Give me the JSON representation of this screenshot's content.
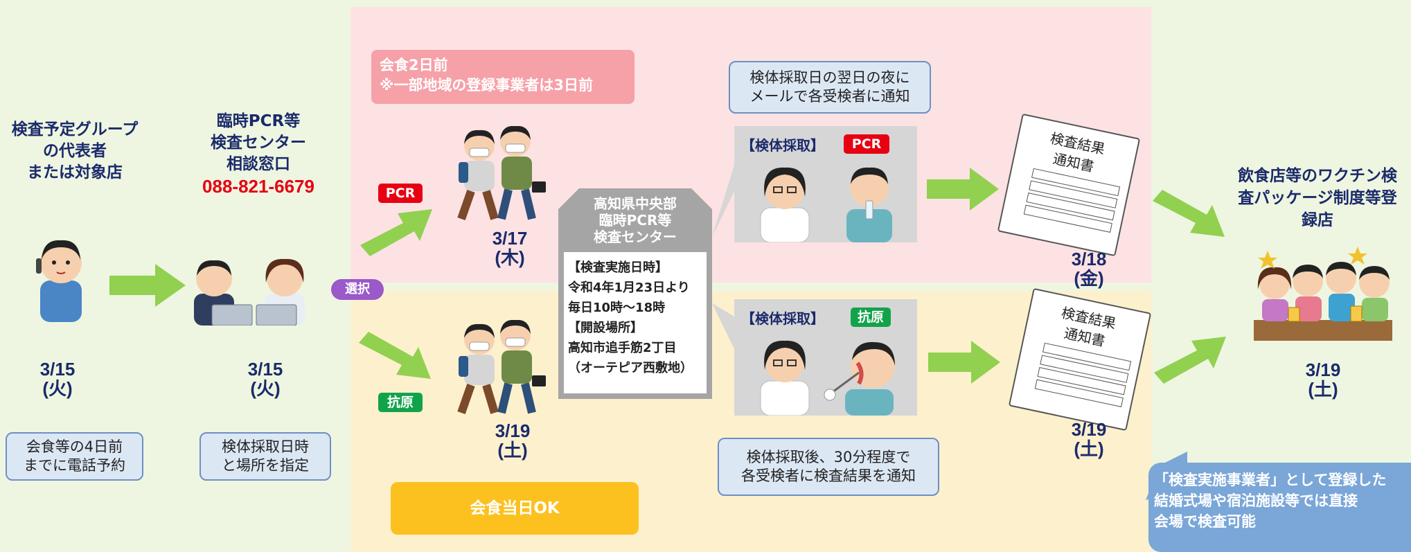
{
  "colors": {
    "navy": "#1b2a6b",
    "red": "#e60012",
    "green_arrow": "#92d050",
    "pcr_band": "#fde2e3",
    "antigen_band": "#fdf0cd",
    "tag_pcr": "#e60012",
    "tag_antigen": "#12a34a"
  },
  "step1": {
    "title": [
      "検査予定グループ",
      "の代表者",
      "または対象店"
    ],
    "date": [
      "3/15",
      "(火)"
    ],
    "note": [
      "会食等の4日前",
      "までに電話予約"
    ]
  },
  "step2": {
    "title": [
      "臨時PCR等",
      "検査センター",
      "相談窓口"
    ],
    "phone": "088-821-6679",
    "date": [
      "3/15",
      "(火)"
    ],
    "note": [
      "検体採取日時",
      "と場所を指定"
    ]
  },
  "select_label": "選択",
  "pcr": {
    "tag": "PCR",
    "advance_note": [
      "会食2日前",
      "※一部地域の登録事業者は3日前"
    ],
    "visit_date": [
      "3/17",
      "(木)"
    ],
    "notify_note": [
      "検体採取日の翌日の夜に",
      "メールで各受検者に通知"
    ],
    "sampling_label": "【検体採取】",
    "result_date": [
      "3/18",
      "(金)"
    ]
  },
  "antigen": {
    "tag": "抗原",
    "visit_date": [
      "3/19",
      "(土)"
    ],
    "notify_note": [
      "検体採取後、30分程度で",
      "各受検者に検査結果を通知"
    ],
    "sampling_label": "【検体採取】",
    "result_date": [
      "3/19",
      "(土)"
    ],
    "same_day": "会食当日OK"
  },
  "center": {
    "name": [
      "高知県中央部",
      "臨時PCR等",
      "検査センター"
    ],
    "details": [
      "【検査実施日時】",
      "令和4年1月23日より",
      "毎日10時～18時",
      "【開設場所】",
      "高知市追手筋2丁目",
      "（オーテピア西敷地）"
    ]
  },
  "report": {
    "title": [
      "検査結果",
      "通知書"
    ]
  },
  "final": {
    "title": [
      "飲食店等のワクチン検",
      "査パッケージ制度等登",
      "録店"
    ],
    "date": [
      "3/19",
      "(土)"
    ]
  },
  "bubble": [
    "「検査実施事業者」として登録した",
    "結婚式場や宿泊施設等では直接",
    "会場で検査可能"
  ],
  "icons": [
    "phone-caller",
    "call-center-staff",
    "walking-people",
    "doctor",
    "patient-saliva",
    "patient-nasal-swab",
    "result-report",
    "toasting-group"
  ]
}
